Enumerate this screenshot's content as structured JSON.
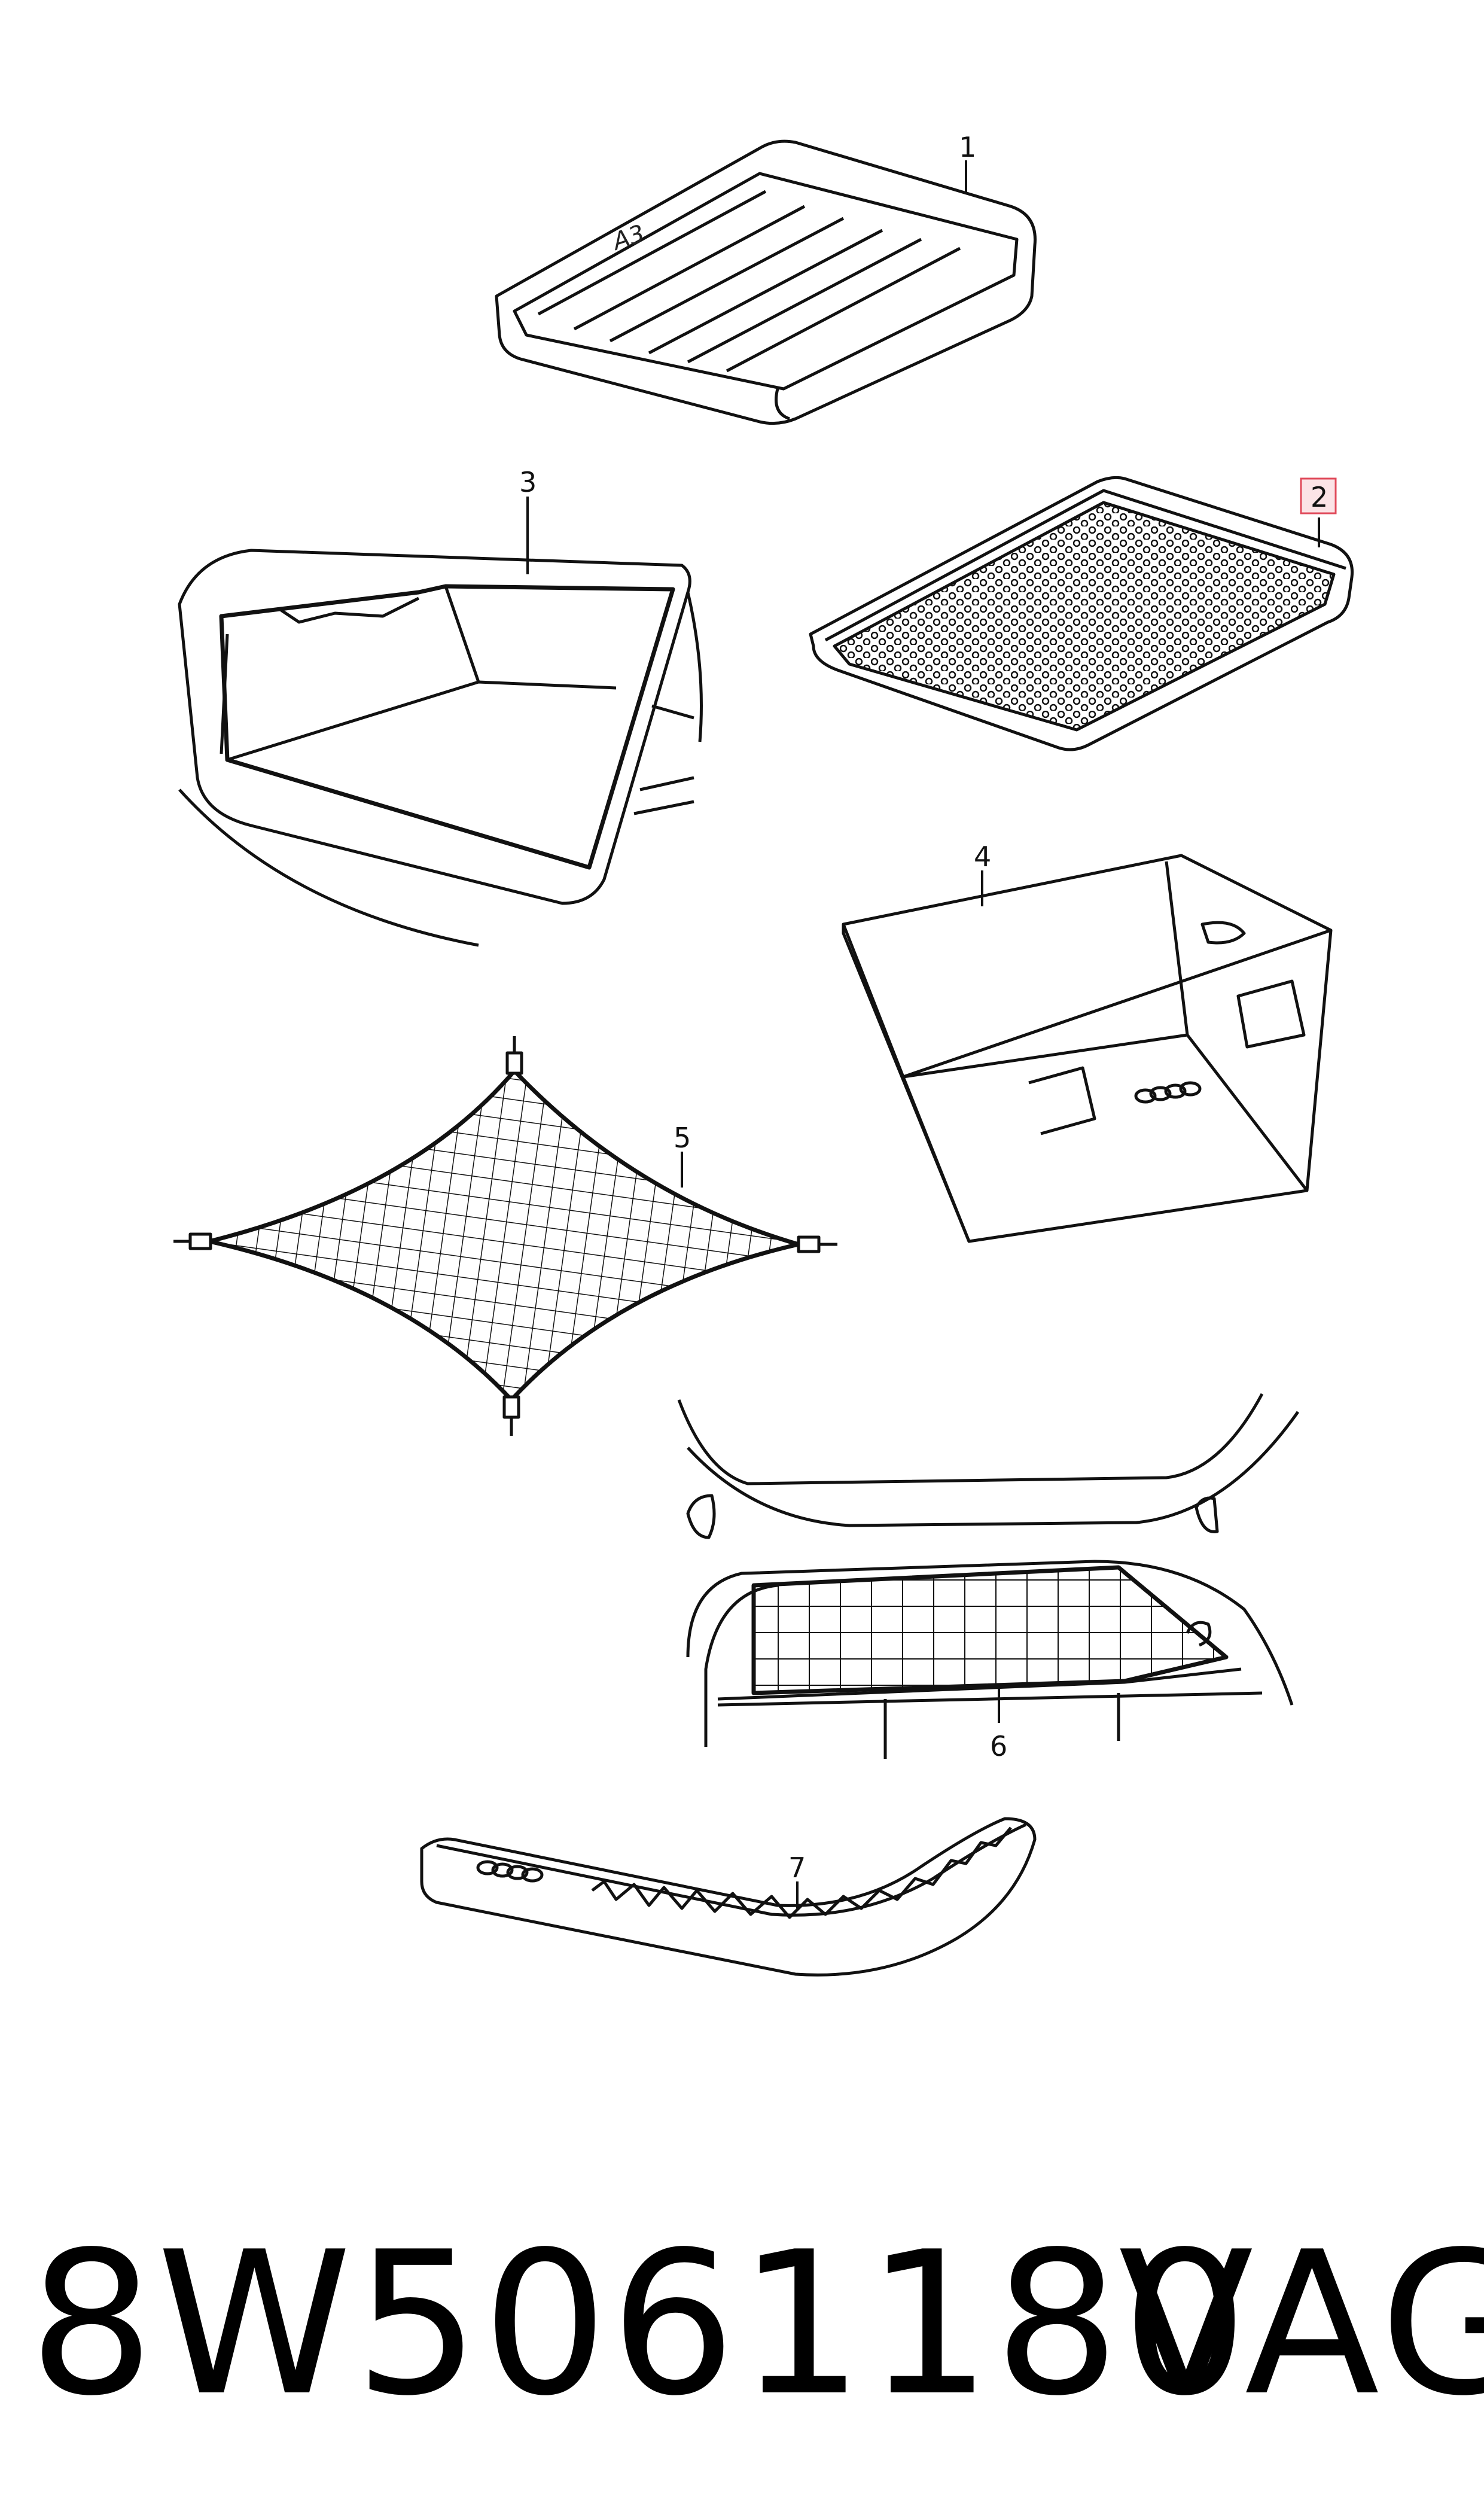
{
  "diagram": {
    "callouts": [
      {
        "id": "1",
        "label": "1"
      },
      {
        "id": "2",
        "label": "2",
        "highlighted": true
      },
      {
        "id": "3",
        "label": "3"
      },
      {
        "id": "4",
        "label": "4"
      },
      {
        "id": "5",
        "label": "5"
      },
      {
        "id": "6",
        "label": "6"
      },
      {
        "id": "7",
        "label": "7"
      }
    ],
    "mat_marking": "A3",
    "highlight_color": "#e04a5a",
    "line_color": "#111111"
  },
  "footer": {
    "part_number": "8W5061180",
    "brand": "VAG"
  }
}
